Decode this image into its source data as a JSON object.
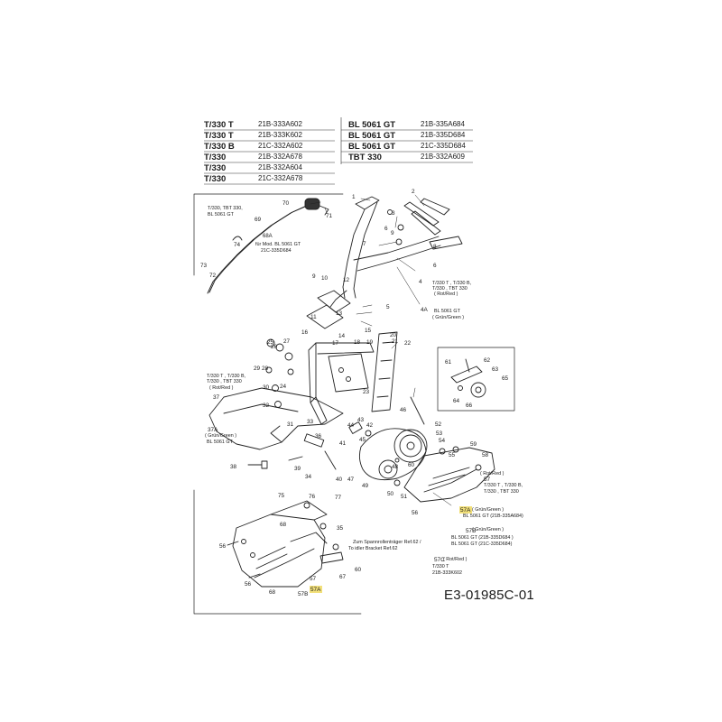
{
  "models_left": [
    {
      "model": "T/330 T",
      "part": "21B-333A602"
    },
    {
      "model": "T/330 T",
      "part": "21B-333K602"
    },
    {
      "model": "T/330 B",
      "part": "21C-332A602"
    },
    {
      "model": "T/330",
      "part": "21B-332A678"
    },
    {
      "model": "T/330",
      "part": "21B-332A604"
    },
    {
      "model": "T/330",
      "part": "21C-332A678"
    }
  ],
  "models_right": [
    {
      "model": "BL 5061 GT",
      "part": "21B-335A684"
    },
    {
      "model": "BL 5061 GT",
      "part": "21B-335D684"
    },
    {
      "model": "BL 5061 GT",
      "part": "21C-335D684"
    },
    {
      "model": "TBT 330",
      "part": "21B-332A609"
    }
  ],
  "notes": {
    "inset_cable": "T/330, TBT 330,",
    "inset_cable_2": "BL 5061 GT",
    "part_68A_label": "68A",
    "part_68A_note": "für Mod. BL 5061 GT",
    "part_68A_note_2": "21C-335D684",
    "handle_red_1": "T/330 T , T/330 B,",
    "handle_red_2": "T/330 , TBT 330",
    "handle_red_3": "( Rot/Red )",
    "handle_green_1": "BL 5061 GT",
    "handle_green_2": "( Grün/Green )",
    "shield_red_1": "T/330 T , T/330 B,",
    "shield_red_2": "T/330 , TBT 330",
    "shield_red_3": "( Rot/Red )",
    "shield_green_1": "( Grün/Green )",
    "shield_green_2": "BL 5061 GT",
    "cover_red": "( Rot/Red )",
    "cover_red_1": "T/330 T , T/330 B,",
    "cover_red_2": "T/330 , TBT 330",
    "cover_57A_green": "( Grün/Green )",
    "cover_57A_model": "BL 5061 GT (21B-335A684)",
    "cover_57B_green": "( Grün/Green )",
    "cover_57B_model1": "BL 5061 GT (21B-335D684 )",
    "cover_57B_model2": "BL 5061 GT (21C-335D684)",
    "cover_57C_red": "( Rot/Red )",
    "cover_57C_model1": "T/330 T",
    "cover_57C_model2": "21B-333K602",
    "bracket_note_1": "Zum Spannrollenträger Ref.62 /",
    "bracket_note_2": "To idler Bracket Ref.62"
  },
  "labels": {
    "p1": "1",
    "p2": "2",
    "p3": "3",
    "p4": "4",
    "p4A": "4A",
    "p5": "5",
    "p6": "6",
    "p7": "7",
    "p8": "8",
    "p9": "9",
    "p10": "10",
    "p11": "11",
    "p12": "12",
    "p13": "13",
    "p14": "14",
    "p15": "15",
    "p16": "16",
    "p17": "17",
    "p18": "18",
    "p19": "19",
    "p20": "20",
    "p21": "21",
    "p22": "22",
    "p23": "23",
    "p24": "24",
    "p25": "25",
    "p26": "26",
    "p27": "27",
    "p28": "28",
    "p29": "29",
    "p30": "30",
    "p31": "31",
    "p32": "32",
    "p33": "33",
    "p34": "34",
    "p35": "35",
    "p36": "36",
    "p37": "37",
    "p37A": "37A",
    "p38": "38",
    "p39": "39",
    "p40": "40",
    "p41": "41",
    "p42": "42",
    "p43": "43",
    "p44": "44",
    "p45": "45",
    "p46": "46",
    "p47": "47",
    "p48": "48",
    "p49": "49",
    "p50": "50",
    "p51": "51",
    "p52": "52",
    "p53": "53",
    "p54": "54",
    "p55": "55",
    "p56": "56",
    "p57": "57",
    "p57A": "57A",
    "p57B": "57B",
    "p57C": "57C",
    "p58": "58",
    "p59": "59",
    "p60": "60",
    "p61": "61",
    "p62": "62",
    "p63": "63",
    "p64": "64",
    "p65": "65",
    "p66": "66",
    "p67": "67",
    "p68": "68",
    "p69": "69",
    "p70": "70",
    "p71": "71",
    "p72": "72",
    "p73": "73",
    "p74": "74",
    "p75": "75",
    "p76": "76",
    "p77": "77"
  },
  "doc_code": "E3-01985C-01",
  "colors": {
    "ink": "#1a1a1a",
    "highlight": "#f2e07a",
    "paper": "#ffffff"
  }
}
